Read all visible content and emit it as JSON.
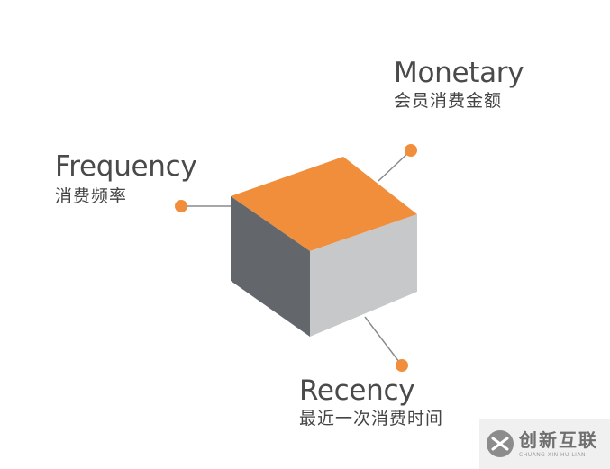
{
  "dimensions": [
    {
      "id": "monetary",
      "title": "Monetary",
      "subtitle": "会员消费金额"
    },
    {
      "id": "frequency",
      "title": "Frequency",
      "subtitle": "消费频率"
    },
    {
      "id": "recency",
      "title": "Recency",
      "subtitle": "最近一次消费时间"
    }
  ],
  "watermark": {
    "name": "创新互联",
    "pinyin": "CHUANG XIN HU LIAN"
  },
  "colors": {
    "cube_top": "#f18e3c",
    "cube_left": "#63666b",
    "cube_right": "#c7c8ca",
    "connector_dot": "#f18e3c",
    "connector_line": "#8a8a8a"
  }
}
